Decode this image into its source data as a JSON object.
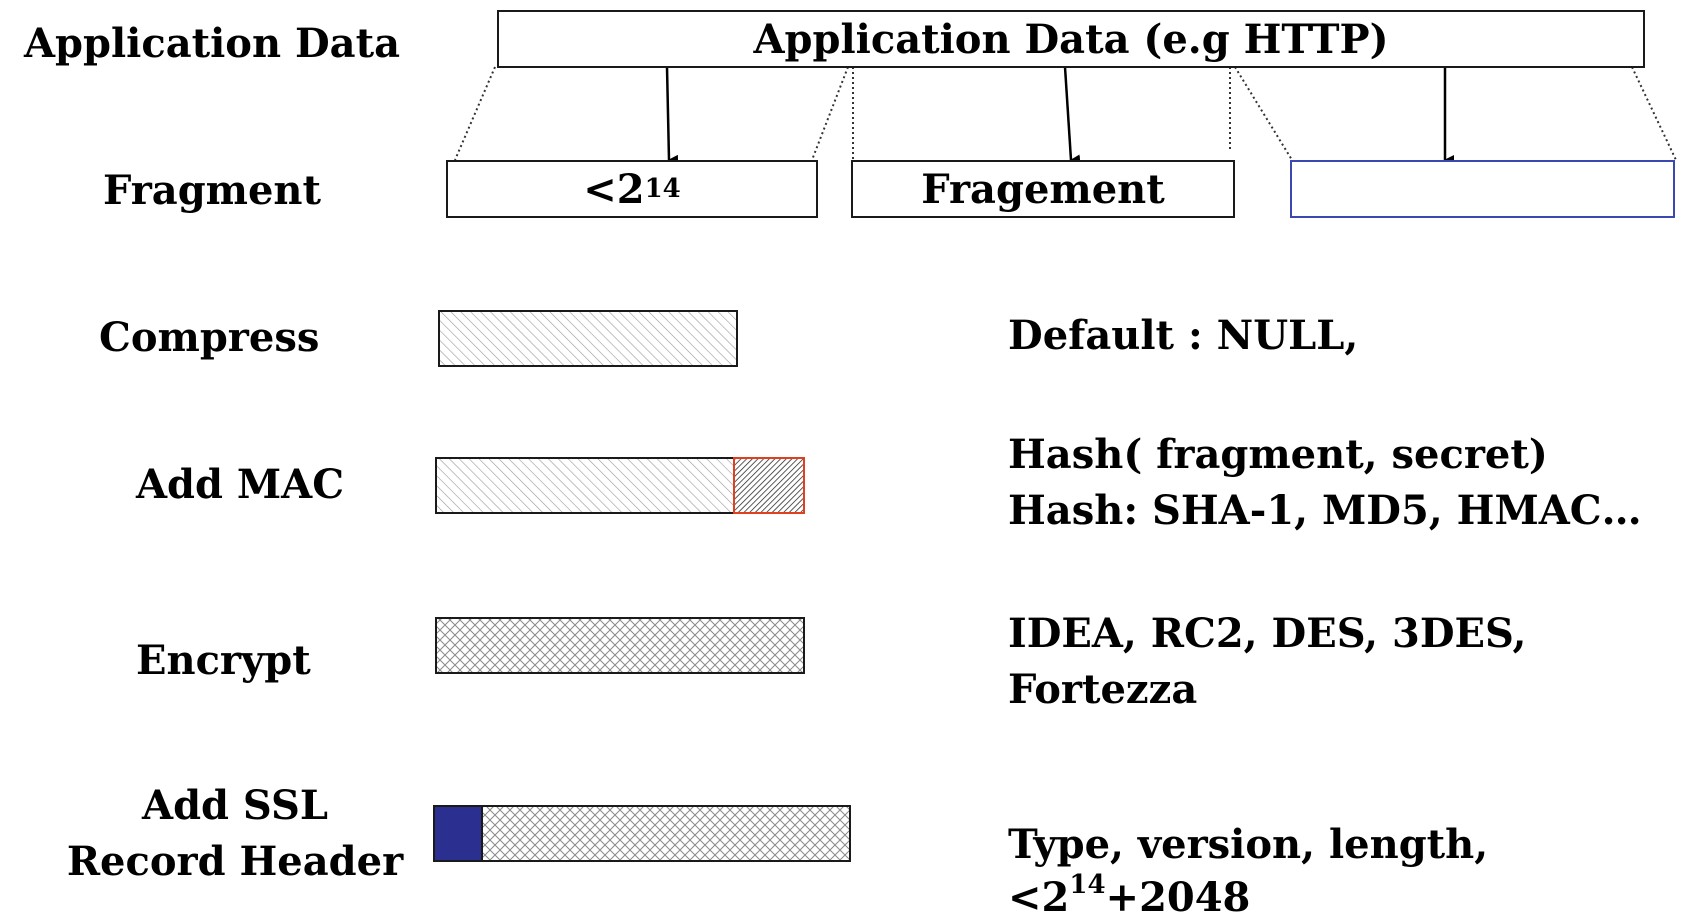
{
  "rows": {
    "app_data": "Application Data",
    "fragment": "Fragment",
    "compress": "Compress",
    "add_mac": "Add MAC",
    "encrypt": "Encrypt",
    "add_ssl_line1": "Add SSL",
    "add_ssl_line2": "Record Header"
  },
  "top_box": {
    "label": "Application Data (e.g HTTP)"
  },
  "fragments": {
    "first_base": "<2",
    "first_exp": "14",
    "second": "Fragement",
    "third": ""
  },
  "descriptions": {
    "compress": "Default : NULL,",
    "mac_line1": "Hash( fragment, secret)",
    "mac_line2": "Hash: SHA-1, MD5, HMAC…",
    "encrypt_line1": "IDEA, RC2, DES, 3DES,",
    "encrypt_line2": "Fortezza",
    "header_line1": "Type, version, length,",
    "header_line2_base": "<2",
    "header_line2_exp": "14",
    "header_line2_rest": "+2048"
  },
  "colors": {
    "ssl_header_fill": "#2b2f8f",
    "mac_border": "#e0401f",
    "empty_fragment_border": "#3a48b0"
  }
}
